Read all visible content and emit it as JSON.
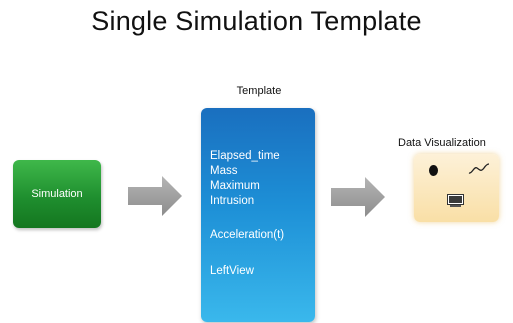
{
  "title": "Single Simulation Template",
  "simulation": {
    "label": "Simulation"
  },
  "template": {
    "header": "Template",
    "lines": [
      "Elapsed_time",
      "Mass",
      "Maximum",
      "Intrusion",
      "Acceleration(t)",
      "LeftView"
    ]
  },
  "data_visualization": {
    "label": "Data Visualization"
  },
  "icons": [
    "dot-icon",
    "line-chart-icon",
    "monitor-icon",
    "arrow-right-icon"
  ],
  "colors": {
    "simulation_box": "#1f8f2f",
    "template_box": "#1d8fd6",
    "visualization_box": "#f9dfa6",
    "arrow": "#9a9a9a"
  }
}
